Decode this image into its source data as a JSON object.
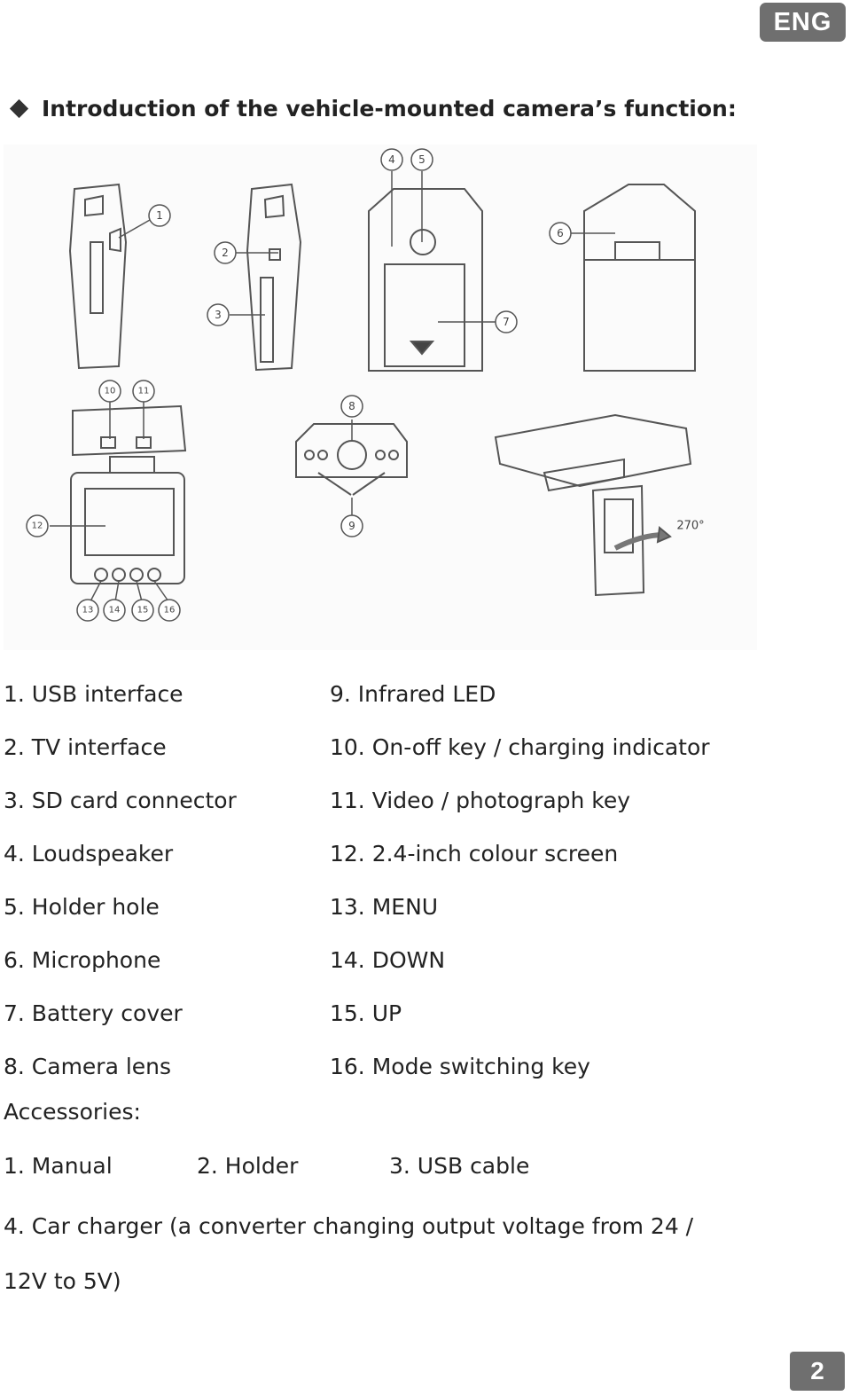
{
  "language_badge": "ENG",
  "heading": "Introduction of the vehicle-mounted camera’s function:",
  "diagram": {
    "callouts": [
      "1",
      "2",
      "3",
      "4",
      "5",
      "6",
      "7",
      "8",
      "9",
      "10",
      "11",
      "12",
      "13",
      "14",
      "15",
      "16"
    ],
    "rotation_label": "270°"
  },
  "parts": {
    "left": [
      "1.  USB interface",
      "2.  TV interface",
      "3.  SD card connector",
      "4.  Loudspeaker",
      "5.  Holder hole",
      "6.  Microphone",
      "7.  Battery cover",
      "8.  Camera lens"
    ],
    "right": [
      "9.  Infrared LED",
      "10. On-off key / charging indicator",
      "11. Video / photograph key",
      "12. 2.4-inch colour screen",
      "13. MENU",
      "14. DOWN",
      "15. UP",
      "16. Mode switching key"
    ]
  },
  "accessories": {
    "title": "Accessories:",
    "items": [
      "1.  Manual",
      "2.  Holder",
      "3.  USB cable"
    ],
    "item4": "4.  Car charger (a converter changing output voltage from 24 / 12V to 5V)"
  },
  "page_number": "2",
  "colors": {
    "badge_bg": "#6f6f6f",
    "text": "#222222",
    "line_art": "#555555"
  }
}
